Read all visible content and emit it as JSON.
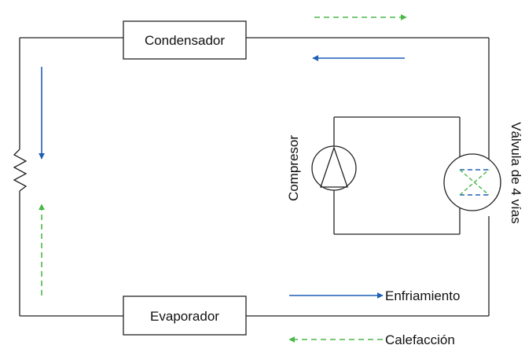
{
  "diagram": {
    "labels": {
      "condenser": "Condensador",
      "evaporator": "Evaporador",
      "compressor": "Compresor",
      "valve": "Válvula de 4 vías",
      "cooling": "Enfriamiento",
      "heating": "Calefacción"
    },
    "colors": {
      "cooling": "#1f5fb5",
      "heating": "#4cb848",
      "line": "#222222"
    }
  }
}
